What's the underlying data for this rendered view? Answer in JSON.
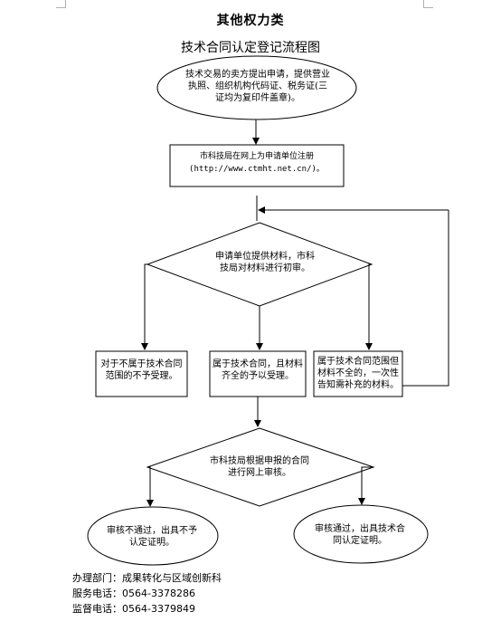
{
  "page": {
    "section_title": "其他权力类",
    "diagram_title": "技术合同认定登记流程图"
  },
  "nodes": {
    "start": "技术交易的卖方提出申请，提供营业执照、组织机构代码证、税务证(三证均为复印件盖章)。",
    "register_line1": "市科技局在网上为申请单位注册",
    "register_line2": "(http://www.ctmht.net.cn/)。",
    "submit": "申请单位提供材料，市科技局对材料进行初审。",
    "reject": "对于不属于技术合同范围的不予受理。",
    "accept": "属于技术合同，且材料齐全的予以受理。",
    "supplement": "属于技术合同范围但材料不全的，一次性告知需补充的材料。",
    "review": "市科技局根据申报的合同进行网上审核。",
    "fail": "审核不通过，出具不予认定证明。",
    "pass": "审核通过，出具技术合同认定证明。"
  },
  "footer": {
    "dept_label": "办理部门：",
    "dept_value": "成果转化与区域创新科",
    "service_label": "服务电话：",
    "service_value": "0564-3378286",
    "supervise_label": "监督电话：",
    "supervise_value": "0564-3379849"
  }
}
